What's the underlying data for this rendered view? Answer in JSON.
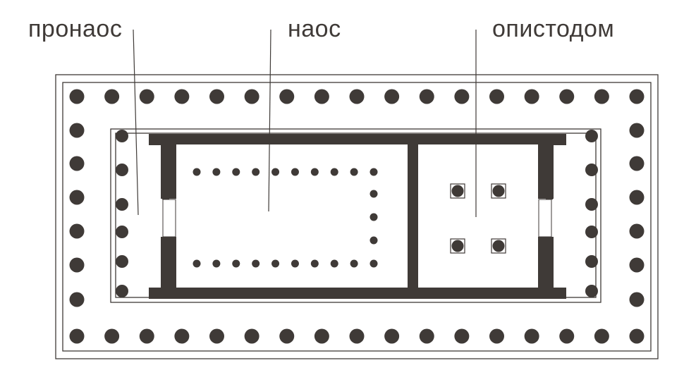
{
  "labels": {
    "pronaos": "пронаос",
    "naos": "наос",
    "opisthodomos": "опистодом"
  },
  "colors": {
    "ink": "#3f3a37",
    "paper": "#ffffff"
  }
}
